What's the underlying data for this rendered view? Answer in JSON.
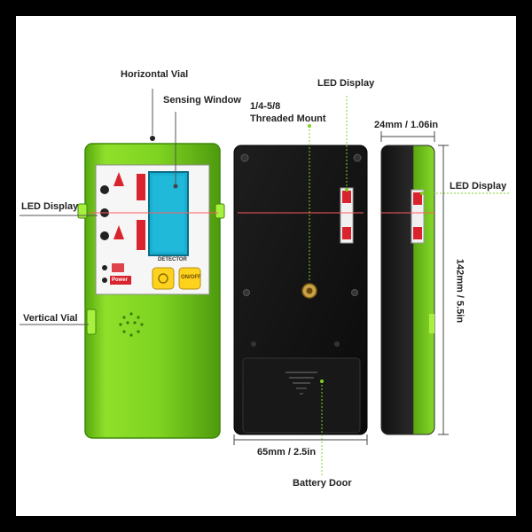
{
  "labels": {
    "horizontal_vial": "Horizontal Vial",
    "sensing_window": "Sensing Window",
    "led_display_left": "LED Display",
    "vertical_vial": "Vertical Vial",
    "threaded_mount_line1": "1/4-5/8",
    "threaded_mount_line2": "Threaded Mount",
    "led_display_top": "LED Display",
    "led_display_right": "LED Display",
    "battery_door": "Battery Door"
  },
  "dimensions": {
    "depth": "24mm / 1.06in",
    "height": "142mm / 5.5in",
    "width": "65mm / 2.5in"
  },
  "device": {
    "detector_text": "DETECTOR",
    "power_label": "Power",
    "on_off_label": "ON/OFF"
  },
  "colors": {
    "body_green": "#7ed321",
    "body_dark": "#4fa010",
    "back_black": "#141414",
    "laser_line": "#ff5a5a",
    "led_red": "#d9232d",
    "window_cyan": "#1aaed0",
    "button_yellow": "#ffd21e"
  }
}
